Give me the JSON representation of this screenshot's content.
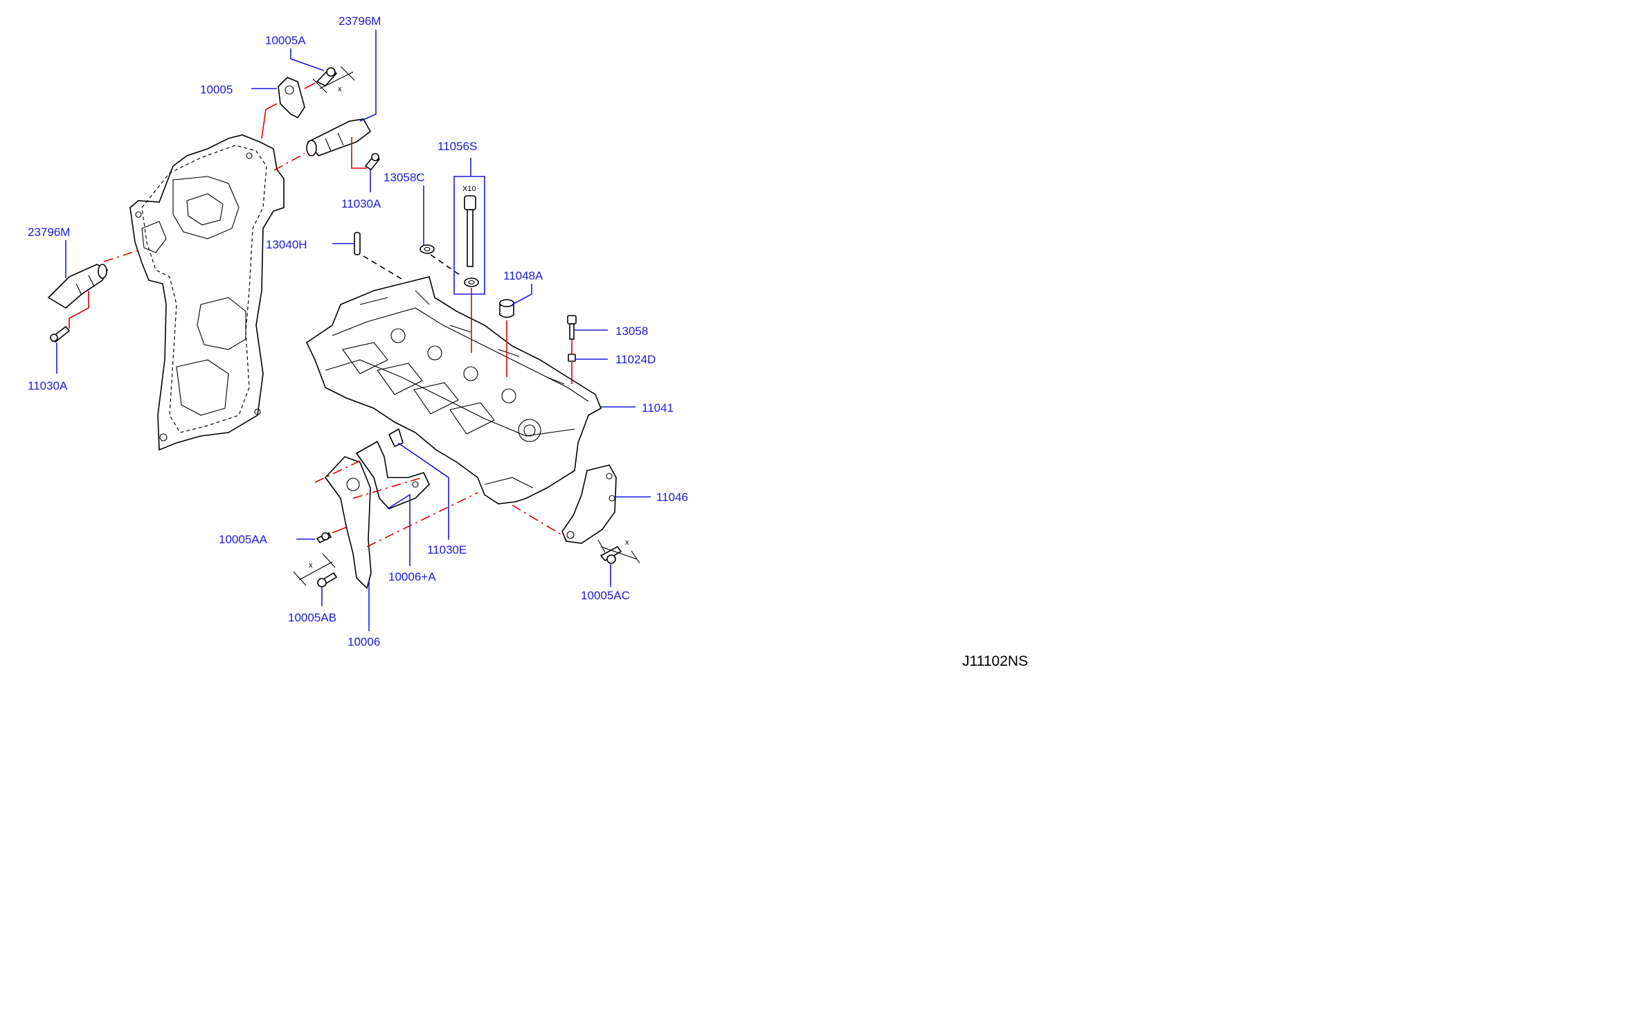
{
  "diagram": {
    "reference_code": "J11102NS",
    "quantity_note": "X10",
    "dimension_mark": "x",
    "callouts": [
      {
        "id": "c-23796m-top",
        "text": "23796M"
      },
      {
        "id": "c-10005a",
        "text": "10005A"
      },
      {
        "id": "c-10005",
        "text": "10005"
      },
      {
        "id": "c-11030a-top",
        "text": "11030A"
      },
      {
        "id": "c-11056s",
        "text": "11056S"
      },
      {
        "id": "c-13058c",
        "text": "13058C"
      },
      {
        "id": "c-13040h",
        "text": "13040H"
      },
      {
        "id": "c-23796m-left",
        "text": "23796M"
      },
      {
        "id": "c-11030a-left",
        "text": "11030A"
      },
      {
        "id": "c-11048a",
        "text": "11048A"
      },
      {
        "id": "c-13058",
        "text": "13058"
      },
      {
        "id": "c-11024d",
        "text": "11024D"
      },
      {
        "id": "c-11041",
        "text": "11041"
      },
      {
        "id": "c-11046",
        "text": "11046"
      },
      {
        "id": "c-11030e",
        "text": "11030E"
      },
      {
        "id": "c-10006a",
        "text": "10006+A"
      },
      {
        "id": "c-10005aa",
        "text": "10005AA"
      },
      {
        "id": "c-10005ab",
        "text": "10005AB"
      },
      {
        "id": "c-10006",
        "text": "10006"
      },
      {
        "id": "c-10005ac",
        "text": "10005AC"
      }
    ]
  }
}
